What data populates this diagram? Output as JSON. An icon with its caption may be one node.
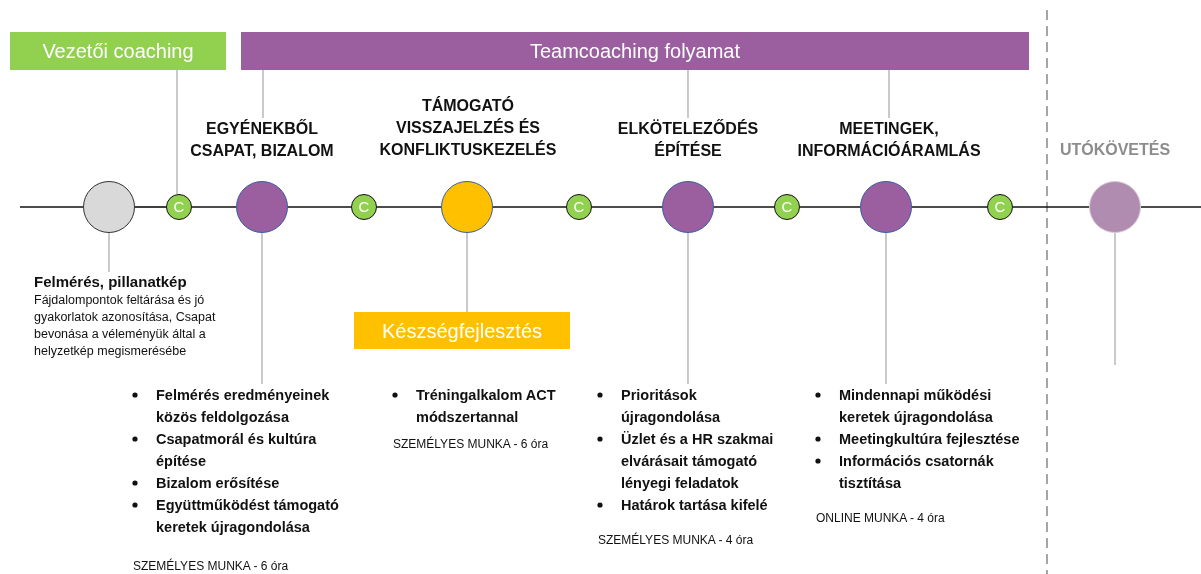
{
  "diagram": {
    "nodes": [
      {
        "text": [
          "Vezetői coaching"
        ]
      },
      {
        "text": [
          "Teamcoaching folyamat"
        ]
      },
      {
        "text": [
          "EGYÉNEKBŐL CSAPAT, BIZALOM"
        ]
      },
      {
        "text": [
          "ELKÖTELEZŐDÉS ÉPÍTÉSE"
        ]
      },
      {
        "text": [
          "MEETINGEK, INFORMÁCIÓÁRAMLÁS"
        ]
      },
      {
        "text": [],
        "shape": "circle"
      },
      {
        "text": [
          "C"
        ]
      },
      {
        "text": [],
        "shape": "circle"
      },
      {
        "text": [
          "C"
        ]
      },
      {
        "text": [],
        "shape": "circle"
      },
      {
        "text": [
          "C"
        ]
      },
      {
        "text": [],
        "shape": "circle"
      },
      {
        "text": [
          "C"
        ]
      },
      {
        "text": [],
        "shape": "circle"
      },
      {
        "text": [
          "C"
        ]
      },
      {
        "text": [],
        "shape": "circle"
      },
      {
        "text": [
          "Felmérés, pillanatkép",
          "Fájdalompontok feltárása és jó gyakorlatok azonosítása, Csapat bevonása a véleményük által a helyzetkép megismerésébe"
        ]
      },
      {
        "text": [
          "Készségfejlesztés"
        ]
      },
      {
        "text": [
          "Felmérés eredményeinek közös feldolgozása",
          "Csapatmorál és kultúra építése",
          "Bizalom erősítése",
          "Együttműködést támogató keretek újragondolása"
        ],
        "beside": [
          "SZEMÉLYES MUNKA - 6 óra"
        ]
      },
      {
        "text": [
          "Tréningalkalom ACT módszertannal"
        ],
        "beside": [
          "SZEMÉLYES MUNKA - 6 óra"
        ]
      },
      {
        "text": [
          "Prioritások újragondolása",
          "Üzlet és a HR szakmai elvárásait támogató lényegi feladatok",
          "Határok tartása kifelé"
        ],
        "beside": [
          "SZEMÉLYES MUNKA - 4 óra"
        ]
      },
      {
        "text": [
          "Mindennapi működési keretek újragondolása",
          "Meetingkultúra fejlesztése",
          "Információs csatornák tisztítása"
        ],
        "beside": [
          "ONLINE MUNKA - 4 óra"
        ]
      }
    ],
    "edges": [
      {
        "from": 0,
        "to": 6,
        "arrow": "none",
        "color": "#a6a6a6"
      },
      {
        "from": 1,
        "to": 2,
        "arrow": "none",
        "color": "#a6a6a6"
      },
      {
        "from": 1,
        "to": 3,
        "arrow": "none",
        "color": "#a6a6a6"
      },
      {
        "from": 1,
        "to": 4,
        "arrow": "none",
        "color": "#a6a6a6"
      },
      {
        "from": 5,
        "to": 16,
        "arrow": "none",
        "color": "#a6a6a6"
      },
      {
        "from": 7,
        "to": 18,
        "arrow": "none",
        "color": "#a6a6a6"
      },
      {
        "from": 9,
        "to": 17,
        "arrow": "none",
        "color": "#a6a6a6"
      },
      {
        "from": 11,
        "to": 20,
        "arrow": "none",
        "color": "#a6a6a6"
      },
      {
        "from": 13,
        "to": 21,
        "arrow": "none",
        "color": "#a6a6a6"
      },
      {
        "from": 15,
        "to": null,
        "arrow": "none",
        "color": "#a6a6a6"
      },
      {
        "from": null,
        "to": 5,
        "arrow": "none"
      },
      {
        "from": 5,
        "to": 6,
        "arrow": "none"
      },
      {
        "from": 6,
        "to": 7,
        "arrow": "none"
      },
      {
        "from": 7,
        "to": 8,
        "arrow": "none"
      },
      {
        "from": 8,
        "to": 9,
        "arrow": "none"
      },
      {
        "from": 9,
        "to": 10,
        "arrow": "none"
      },
      {
        "from": 10,
        "to": 11,
        "arrow": "none"
      },
      {
        "from": 11,
        "to": 12,
        "arrow": "none"
      },
      {
        "from": 12,
        "to": 13,
        "arrow": "none"
      },
      {
        "from": 13,
        "to": 14,
        "arrow": "none"
      },
      {
        "from": 14,
        "to": 15,
        "arrow": "none"
      },
      {
        "from": 15,
        "to": null,
        "arrow": "none"
      }
    ],
    "labels": [
      "TÁMOGATÓ VISSZAJELZÉS ÉS KONFLIKTUSKEZELÉS",
      "UTÓKÖVETÉS"
    ]
  }
}
